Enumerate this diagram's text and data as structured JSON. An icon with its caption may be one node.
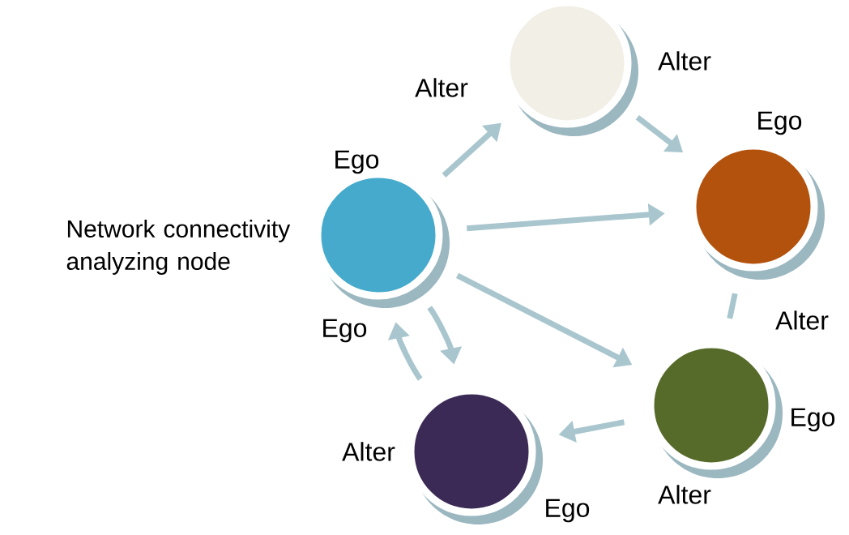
{
  "diagram": {
    "nodes": [
      {
        "text": [],
        "shape": "circle",
        "beside": [
          "Network connectivity analyzing node"
        ]
      },
      {
        "text": [],
        "shape": "circle"
      },
      {
        "text": [],
        "shape": "circle"
      },
      {
        "text": [],
        "shape": "circle"
      },
      {
        "text": [],
        "shape": "circle"
      }
    ],
    "edges": [
      {
        "from": 0,
        "to": 1,
        "arrow": "to"
      },
      {
        "from": 1,
        "to": 2,
        "arrow": "to"
      },
      {
        "from": 0,
        "to": 2,
        "arrow": "to"
      },
      {
        "from": 0,
        "to": 3,
        "arrow": "to"
      },
      {
        "from": 0,
        "to": 4,
        "arrow": "to"
      },
      {
        "from": 2,
        "to": 3,
        "arrow": "none"
      },
      {
        "from": 3,
        "to": 4,
        "arrow": "to"
      },
      {
        "from": 4,
        "to": 0,
        "arrow": "to"
      }
    ],
    "labels": [
      "Alter",
      "Alter",
      "Ego",
      "Ego",
      "Alter",
      "Ego",
      "Ego",
      "Alter",
      "Alter",
      "Ego"
    ]
  }
}
